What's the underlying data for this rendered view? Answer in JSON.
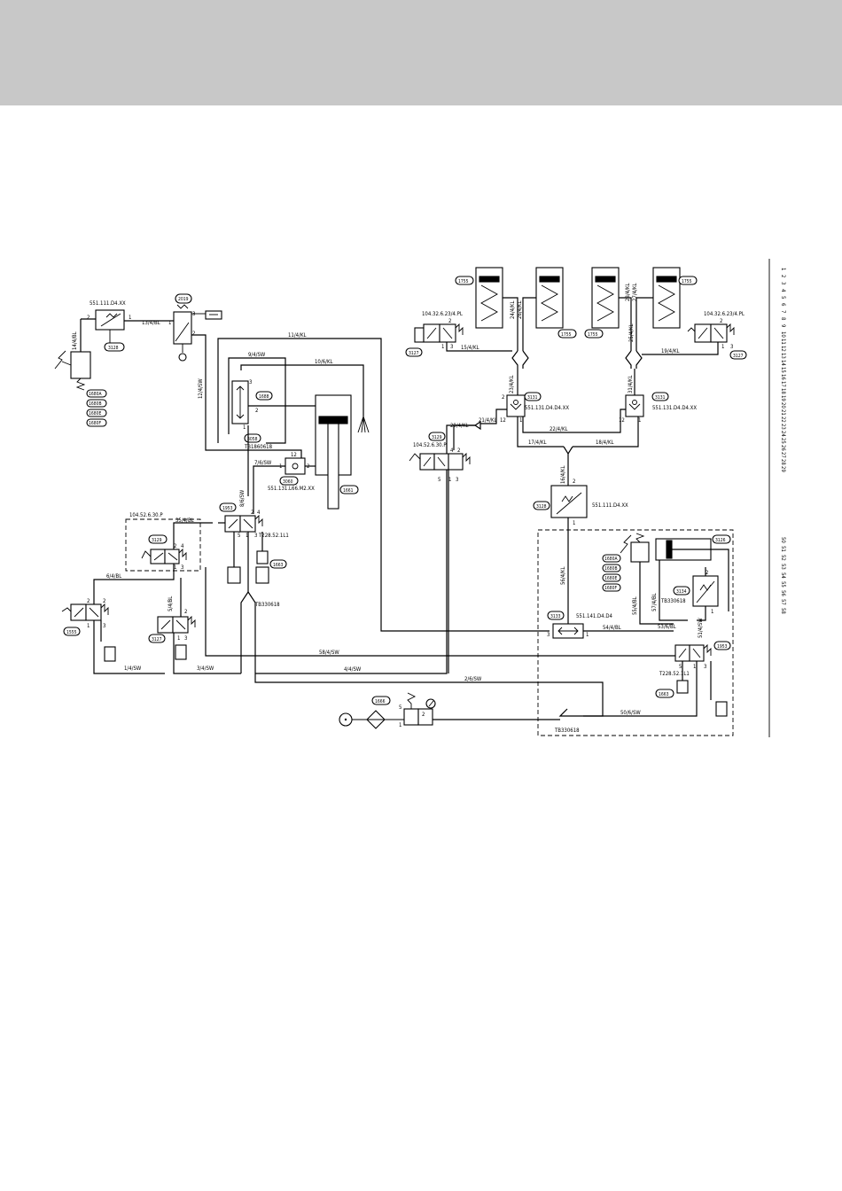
{
  "components": {
    "left_relief_valve": {
      "part": "551.111.D4.XX",
      "tag": "3128"
    },
    "foot_pedal_valve": {
      "tag": "2019"
    },
    "pressure_switch": {
      "tags": [
        "1680A",
        "1680B",
        "1680E",
        "1680F"
      ]
    },
    "valve_1688": {
      "tag": "1688"
    },
    "valve_3058": {
      "tag": "3058",
      "part": "TB1860618"
    },
    "check_3060": {
      "tag": "3060",
      "part": "551.131.L66.M2.XX"
    },
    "cylinder_1661": {
      "tag": "1661"
    },
    "valve_1953_left": {
      "tag": "1953",
      "part": "T228.52.1L1"
    },
    "silencer_1663": {
      "tag": "1663"
    },
    "valve_3129_left": {
      "tag": "3129",
      "part": "104.52.6.30.P"
    },
    "tee_left": {
      "part": "TB330618"
    },
    "valve_1555": {
      "tag": "1555"
    },
    "valve_3127_left": {
      "tag": "3127"
    },
    "service_unit": {
      "tag": "1666"
    },
    "springs": {
      "tags": [
        "1755",
        "1755",
        "1755",
        "1755"
      ]
    },
    "valve_3127_right_a": {
      "tag": "3127",
      "part": "104.32.6.23/4.PL"
    },
    "valve_3127_right_b": {
      "tag": "3127",
      "part": "104.32.6.23/4.PL"
    },
    "check_3131_a": {
      "tag": "3131",
      "part": "551.131.D4.D4.XX"
    },
    "check_3131_b": {
      "tag": "3131",
      "part": "551.131.D4.D4.XX"
    },
    "valve_3129_right": {
      "tag": "3129",
      "part": "104.52.6.30.P"
    },
    "relief_3128_right": {
      "tag": "3128",
      "part": "551.111.D4.XX"
    },
    "valve_3133": {
      "tag": "3133",
      "part": "551.141.D4.D4"
    },
    "cylinder_3126": {
      "tag": "3126"
    },
    "relief_3134": {
      "tag": "3134",
      "part": "TB330618"
    },
    "pressure_switch_right": {
      "tags": [
        "1680A",
        "1680B",
        "1680E",
        "1680F"
      ]
    },
    "valve_1953_right": {
      "tag": "1953",
      "part": "T228.52.1L1"
    },
    "silencer_1663_right": {
      "tag": "1663"
    },
    "tee_bottom": {
      "part": "TB330618"
    }
  },
  "lines": {
    "l1": "1/4/SW",
    "l2": "2/6/SW",
    "l3": "3/4/SW",
    "l4": "4/4/SW",
    "l6": "6/4/BL",
    "l7": "7/6/SW",
    "l8": "8/6/SW",
    "l9": "9/4/SW",
    "l10": "10/6/KL",
    "l11": "11/4/KL",
    "l12": "12/4/SW",
    "l13": "13/4/BL",
    "l14": "14/4/BL",
    "l15": "15/4/KL",
    "l16": "16/4/KL",
    "l17": "17/4/KL",
    "l18": "18/4/KL",
    "l19": "19/4/KL",
    "l21": "21/4/KL",
    "l22": "22/4/KL",
    "l23": "23/4/KL",
    "l24": "24/4/KL",
    "l25": "25/4/KL",
    "l26": "26/4/KL",
    "l27": "27/4/KL",
    "l28": "28/4/KL",
    "l29": "29/4/KL",
    "l31": "31/4/KL",
    "l50": "50/6/SW",
    "l53": "53/6/BL",
    "l54": "54/4/BL",
    "l55": "55/4/BL",
    "l56": "56/4/KL",
    "l57": "57/4/BL",
    "l58": "58/4/SW",
    "l5": "5/4/BL",
    "l35": "35/4/BL",
    "l51": "51/4/SW"
  },
  "legend": {
    "top": [
      "1",
      "2",
      "3",
      "4",
      "5",
      "6",
      "7",
      "8",
      "9",
      "10",
      "11",
      "12",
      "13",
      "14",
      "15",
      "16",
      "17",
      "18",
      "19",
      "20",
      "21",
      "22",
      "23",
      "24",
      "25",
      "26",
      "27",
      "28",
      "29"
    ],
    "bottom": [
      "50",
      "51",
      "52",
      "53",
      "54",
      "55",
      "56",
      "57",
      "58"
    ]
  }
}
